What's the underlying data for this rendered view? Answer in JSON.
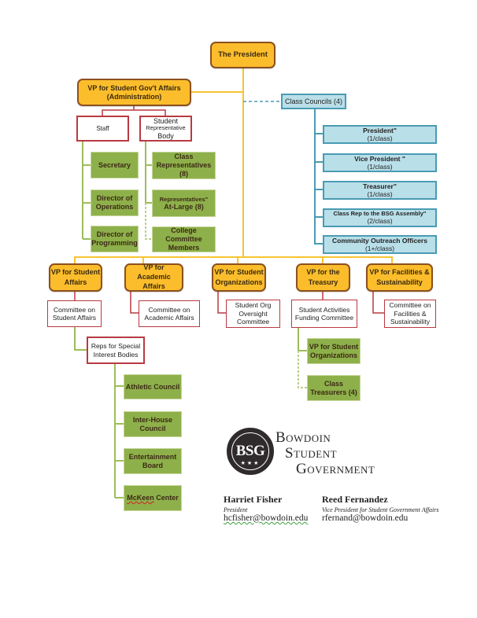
{
  "colors": {
    "executive_fill": "#fbbd2b",
    "executive_border": "#8c5020",
    "connector_yellow": "#f7c431",
    "committee_border": "#b83a42",
    "member_fill": "#8eb04b",
    "connector_green": "#9cbd5a",
    "class_council_fill": "#b9dfe9",
    "class_council_border": "#4a9bb3"
  },
  "president": "The President",
  "vp_gov_affairs": {
    "line1": "VP for Student Gov't Affairs",
    "line2": "(Administration)",
    "staff": {
      "label": "Staff",
      "members": [
        "Secretary",
        "Director of Operations",
        "Director of Programming"
      ]
    },
    "srb": {
      "line1": "Student",
      "line2": "Representative",
      "line3": "Body",
      "members": [
        {
          "line1": "Class",
          "line2": "Representatives",
          "line3": "(8)"
        },
        {
          "line1": "Representatives\"",
          "line2": "At-Large (8)"
        },
        {
          "line1": "College",
          "line2": "Committee",
          "line3": "Members"
        }
      ]
    }
  },
  "class_councils": {
    "label": "Class Councils (4)",
    "positions": [
      {
        "title": "President\"",
        "count": "(1/class)"
      },
      {
        "title": "Vice President \"",
        "count": "(1/class)"
      },
      {
        "title": "Treasurer\"",
        "count": "(1/class)"
      },
      {
        "title": "Class Rep to the BSG Assembly\"",
        "count": "(2/class)"
      },
      {
        "title": "Community Outreach Officers",
        "count": "(1+/class)"
      }
    ]
  },
  "vps": [
    {
      "line1": "VP for Student",
      "line2": "Affairs",
      "committee": {
        "line1": "Committee on",
        "line2": "Student Affairs"
      }
    },
    {
      "line1": "VP for",
      "line2": "Academic",
      "line3": "Affairs",
      "committee": {
        "line1": "Committee on",
        "line2": "Academic Affairs"
      }
    },
    {
      "line1": "VP for Student",
      "line2": "Organizations",
      "committee": {
        "line1": "Student Org",
        "line2": "Oversight",
        "line3": "Committee"
      }
    },
    {
      "line1": "VP for the",
      "line2": "Treasury",
      "committee": {
        "line1": "Student Activities",
        "line2": "Funding Committee"
      }
    },
    {
      "line1": "VP for Facilities &",
      "line2": "Sustainability",
      "committee": {
        "line1": "Committee on",
        "line2": "Facilities &",
        "line3": "Sustainability"
      }
    }
  ],
  "special_interest": {
    "line1": "Reps for Special",
    "line2": "Interest Bodies",
    "members": [
      {
        "line1": "Athletic Council"
      },
      {
        "line1": "Inter-House",
        "line2": "Council"
      },
      {
        "line1": "Entertainment",
        "line2": "Board"
      },
      {
        "line1": "McKeen",
        "line2": " Center"
      }
    ]
  },
  "treasury_members": [
    {
      "line1": "VP for Student",
      "line2": "Organizations"
    },
    {
      "line1": "Class",
      "line2": "Treasurers (4)"
    }
  ],
  "logo": {
    "abbr": "BSG",
    "stars": "★★★",
    "line1": "Bowdoin",
    "line2": "Student",
    "line3": "Government",
    "icon": "bsg-seal"
  },
  "contacts": [
    {
      "name": "Harriet Fisher",
      "role": "President",
      "email": "hcfisher@bowdoin.edu"
    },
    {
      "name": "Reed Fernandez",
      "role": "Vice President for Student Government Affairs",
      "email": "rfernand@bowdoin.edu"
    }
  ]
}
